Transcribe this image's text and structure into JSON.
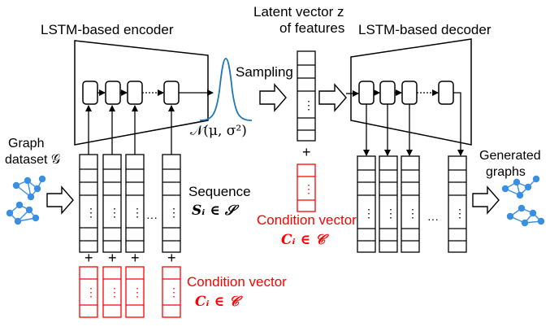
{
  "encoder": {
    "title": "LSTM-based encoder"
  },
  "decoder": {
    "title": "LSTM-based decoder"
  },
  "latent": {
    "line1": "Latent vector z",
    "line2": "of features"
  },
  "sampling": {
    "label": "Sampling"
  },
  "distribution": {
    "label": "𝒩(μ, σ²)"
  },
  "input": {
    "line1": "Graph",
    "line2": "dataset 𝒢"
  },
  "sequence": {
    "line1": "Sequence",
    "line2": "Sᵢ ∈ 𝒮"
  },
  "condition_bottom": {
    "line1": "Condition vector",
    "line2": "Cᵢ ∈ 𝒞"
  },
  "condition_mid": {
    "line1": "Condition vector",
    "line2": "Cᵢ ∈ 𝒞"
  },
  "output": {
    "line1": "Generated",
    "line2": "graphs"
  },
  "symbols": {
    "plus": "+",
    "vdots": "⋮",
    "hdots": "···"
  },
  "colors": {
    "black": "#000000",
    "red": "#ff0000",
    "gauss": "#1f77b4",
    "node": "#3b8fe0"
  }
}
